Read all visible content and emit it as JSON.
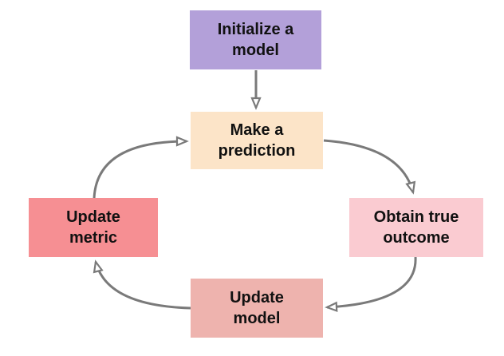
{
  "nodes": {
    "initialize_model": {
      "lines": [
        "Initialize a",
        "model"
      ],
      "color": "#b3a0d9"
    },
    "make_prediction": {
      "lines": [
        "Make a",
        "prediction"
      ],
      "color": "#fce4c8"
    },
    "obtain_true_outcome": {
      "lines": [
        "Obtain true",
        "outcome"
      ],
      "color": "#facbd1"
    },
    "update_model": {
      "lines": [
        "Update",
        "model"
      ],
      "color": "#eeb3ae"
    },
    "update_metric": {
      "lines": [
        "Update",
        "metric"
      ],
      "color": "#f68f93"
    }
  },
  "edges": [
    {
      "from": "Initialize a model",
      "to": "Make a prediction"
    },
    {
      "from": "Make a prediction",
      "to": "Obtain true outcome"
    },
    {
      "from": "Obtain true outcome",
      "to": "Update model"
    },
    {
      "from": "Update model",
      "to": "Update metric"
    },
    {
      "from": "Update metric",
      "to": "Make a prediction"
    }
  ],
  "colors": {
    "arrow": "#7a7a7a",
    "arrowhead_fill": "#ffffff",
    "text": "#111111",
    "background": "#ffffff"
  }
}
